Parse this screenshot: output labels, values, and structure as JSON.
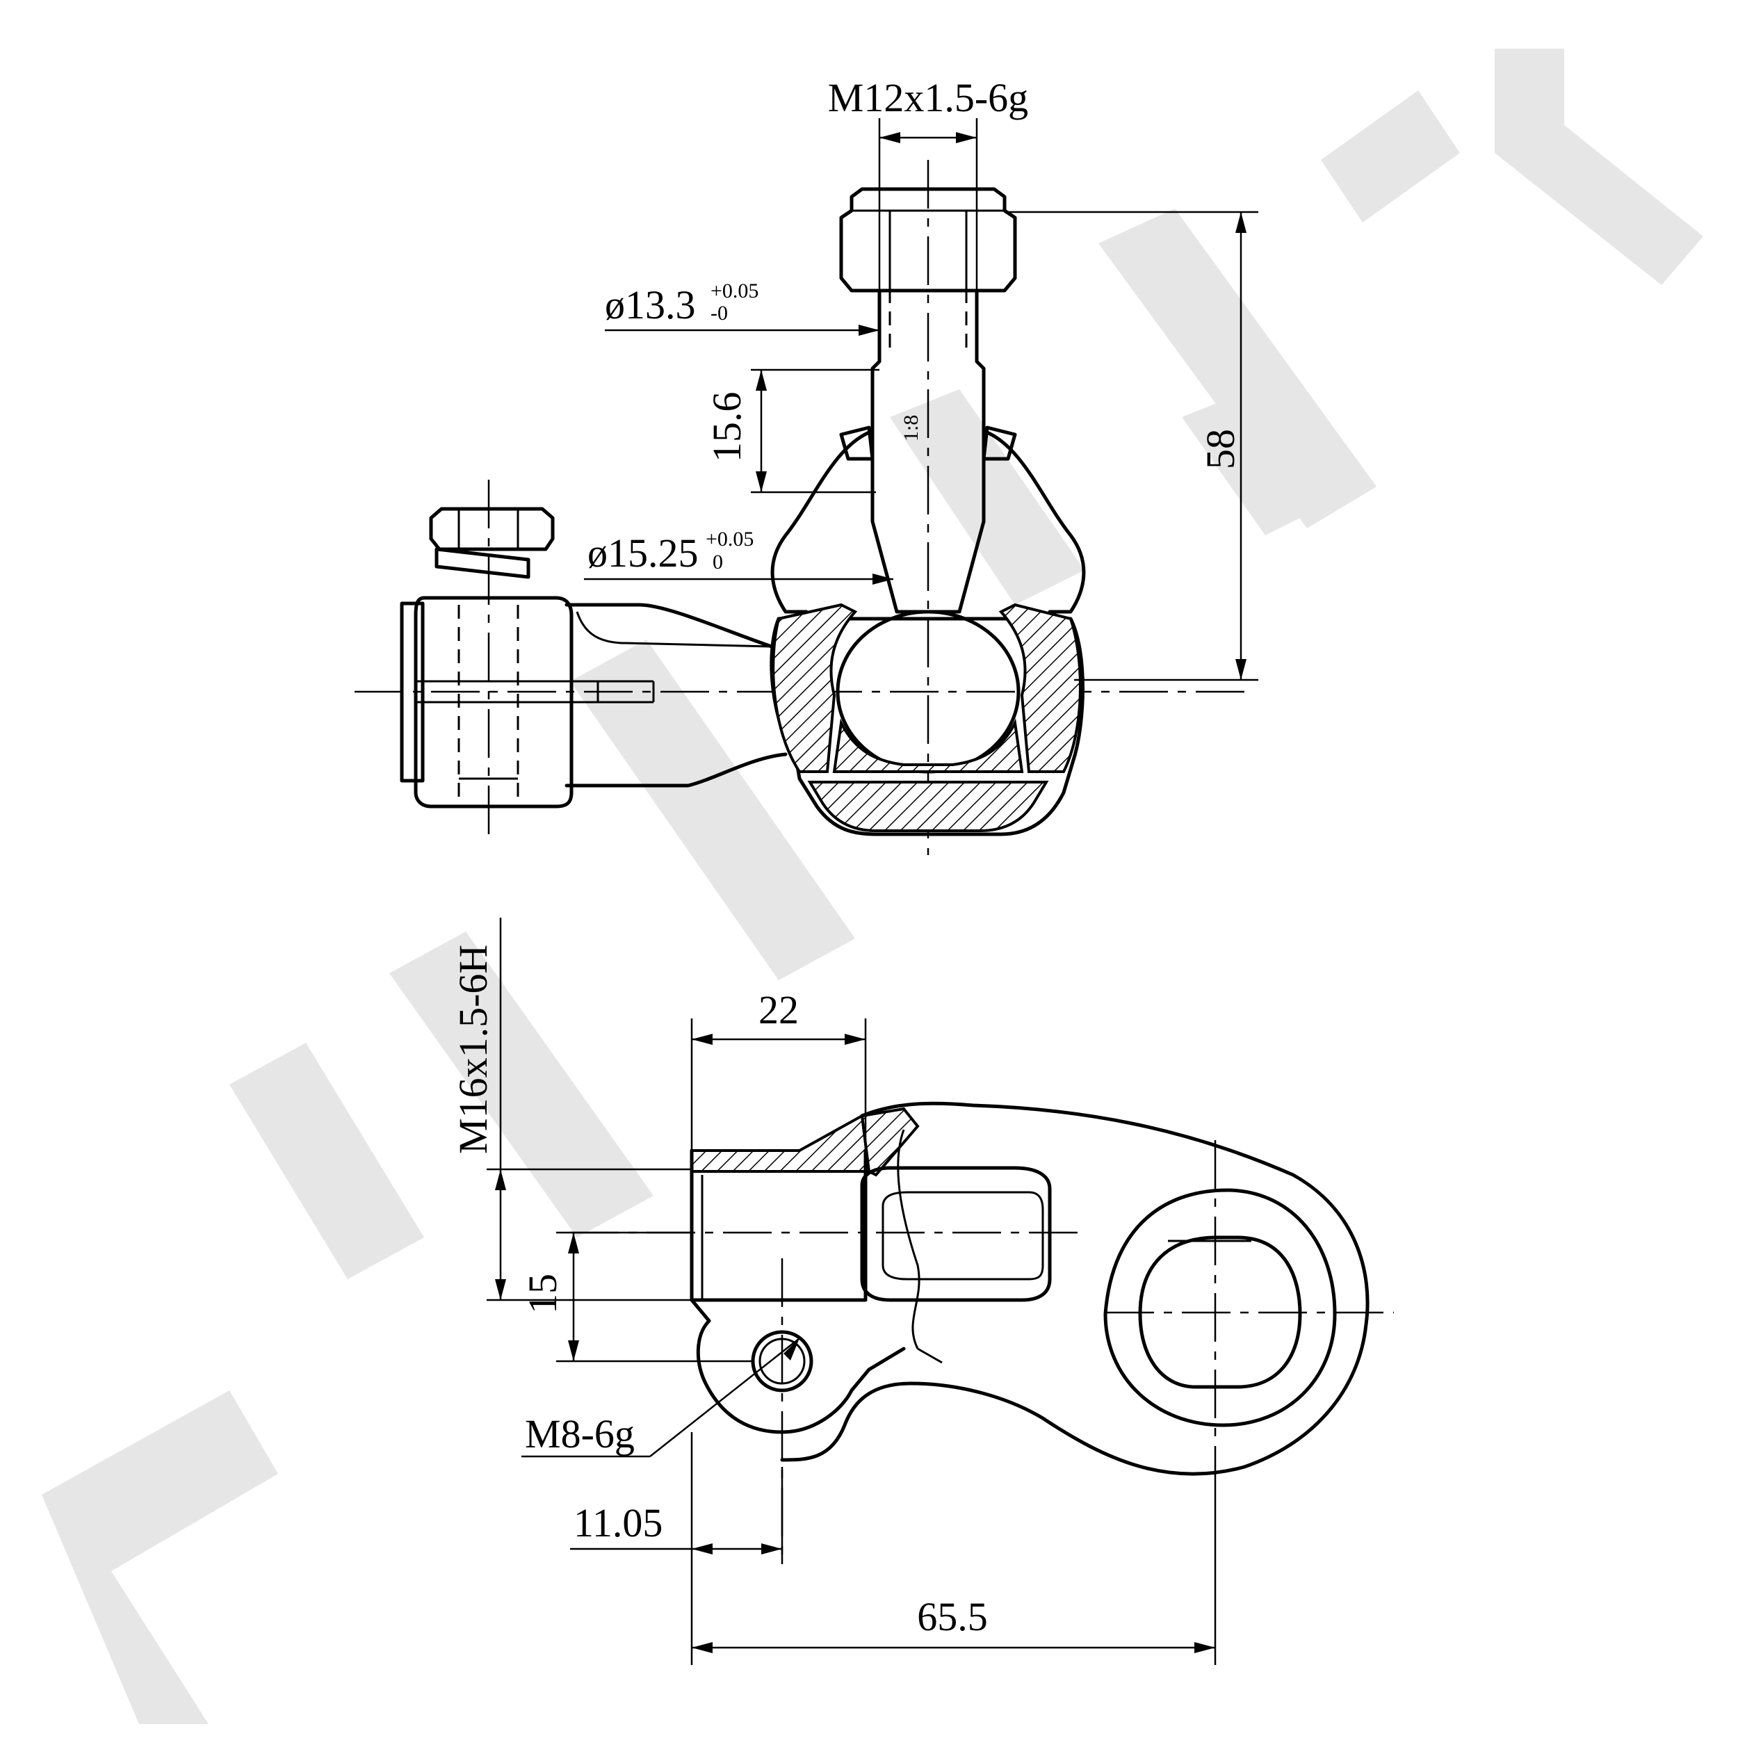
{
  "watermark": "ZENNEK",
  "top_view": {
    "thread_bolt": "M12x1.5-6g",
    "dia_upper": "ø13.3",
    "dia_upper_tol_plus": "+0.05",
    "dia_upper_tol_minus": "-0",
    "dia_lower": "ø15.25",
    "dia_lower_tol_plus": "+0.05",
    "dia_lower_tol_minus": "0",
    "taper": "1:8",
    "height_taper": "15.6",
    "height_total": "58"
  },
  "bottom_view": {
    "thread_bore": "M16x1.5-6H",
    "length_thread": "22",
    "offset": "15",
    "thread_clamp": "M8-6g",
    "offset_clamp": "11.05",
    "length_total": "65.5"
  }
}
